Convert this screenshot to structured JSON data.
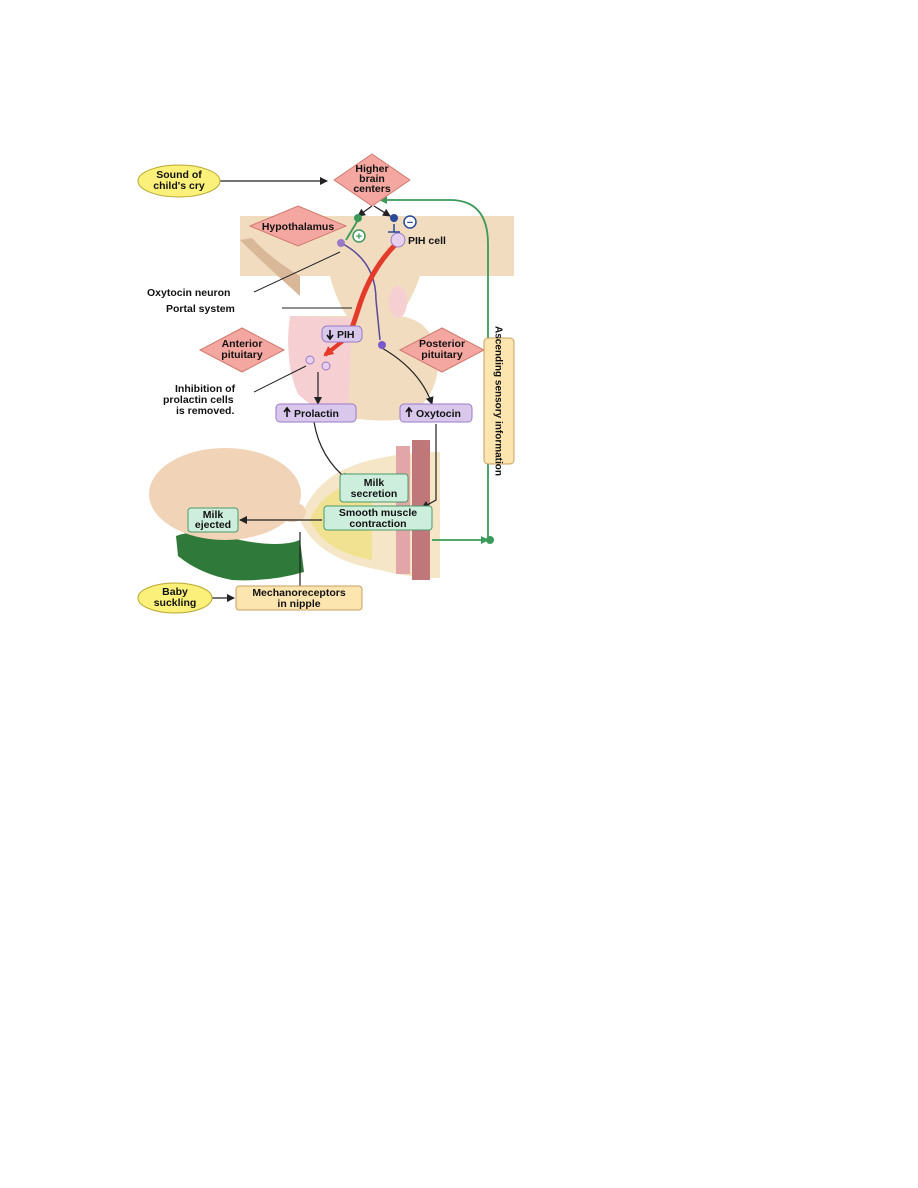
{
  "labels": {
    "sound_cry": [
      "Sound of",
      "child's cry"
    ],
    "higher_brain": [
      "Higher",
      "brain",
      "centers"
    ],
    "hypothalamus": "Hypothalamus",
    "pih_cell": "PIH cell",
    "oxytocin_neuron": "Oxytocin neuron",
    "portal_system": "Portal system",
    "pih": "PIH",
    "anterior_pituitary": [
      "Anterior",
      "pituitary"
    ],
    "posterior_pituitary": [
      "Posterior",
      "pituitary"
    ],
    "inhibition": [
      "Inhibition of",
      "prolactin cells",
      "is removed."
    ],
    "prolactin": "Prolactin",
    "oxytocin": "Oxytocin",
    "ascending": "Ascending sensory information",
    "milk_secretion": [
      "Milk",
      "secretion"
    ],
    "milk_ejected": [
      "Milk",
      "ejected"
    ],
    "smooth_muscle": [
      "Smooth muscle",
      "contraction"
    ],
    "baby_suckling": [
      "Baby",
      "suckling"
    ],
    "mechanoreceptors": [
      "Mechanoreceptors",
      "in nipple"
    ],
    "plus_sign": "+",
    "minus_sign": "−"
  },
  "colors": {
    "brain_center_fill": "#f4a7a0",
    "stimulus_fill": "#fbf07a",
    "hormone_fill": "#d9c8ec",
    "response_fill": "#cdeedd",
    "sensory_fill": "#fde5b0",
    "neural_path": "#3a9a5a",
    "portal_red": "#e43a2a",
    "tissue_tan": "#f1dcc0",
    "tissue_pink": "#f5cfd2"
  },
  "icons": {
    "stimulatory": "plus-circle-icon",
    "inhibitory": "minus-circle-icon",
    "increase": "up-arrow-icon",
    "decrease": "down-arrow-icon"
  }
}
